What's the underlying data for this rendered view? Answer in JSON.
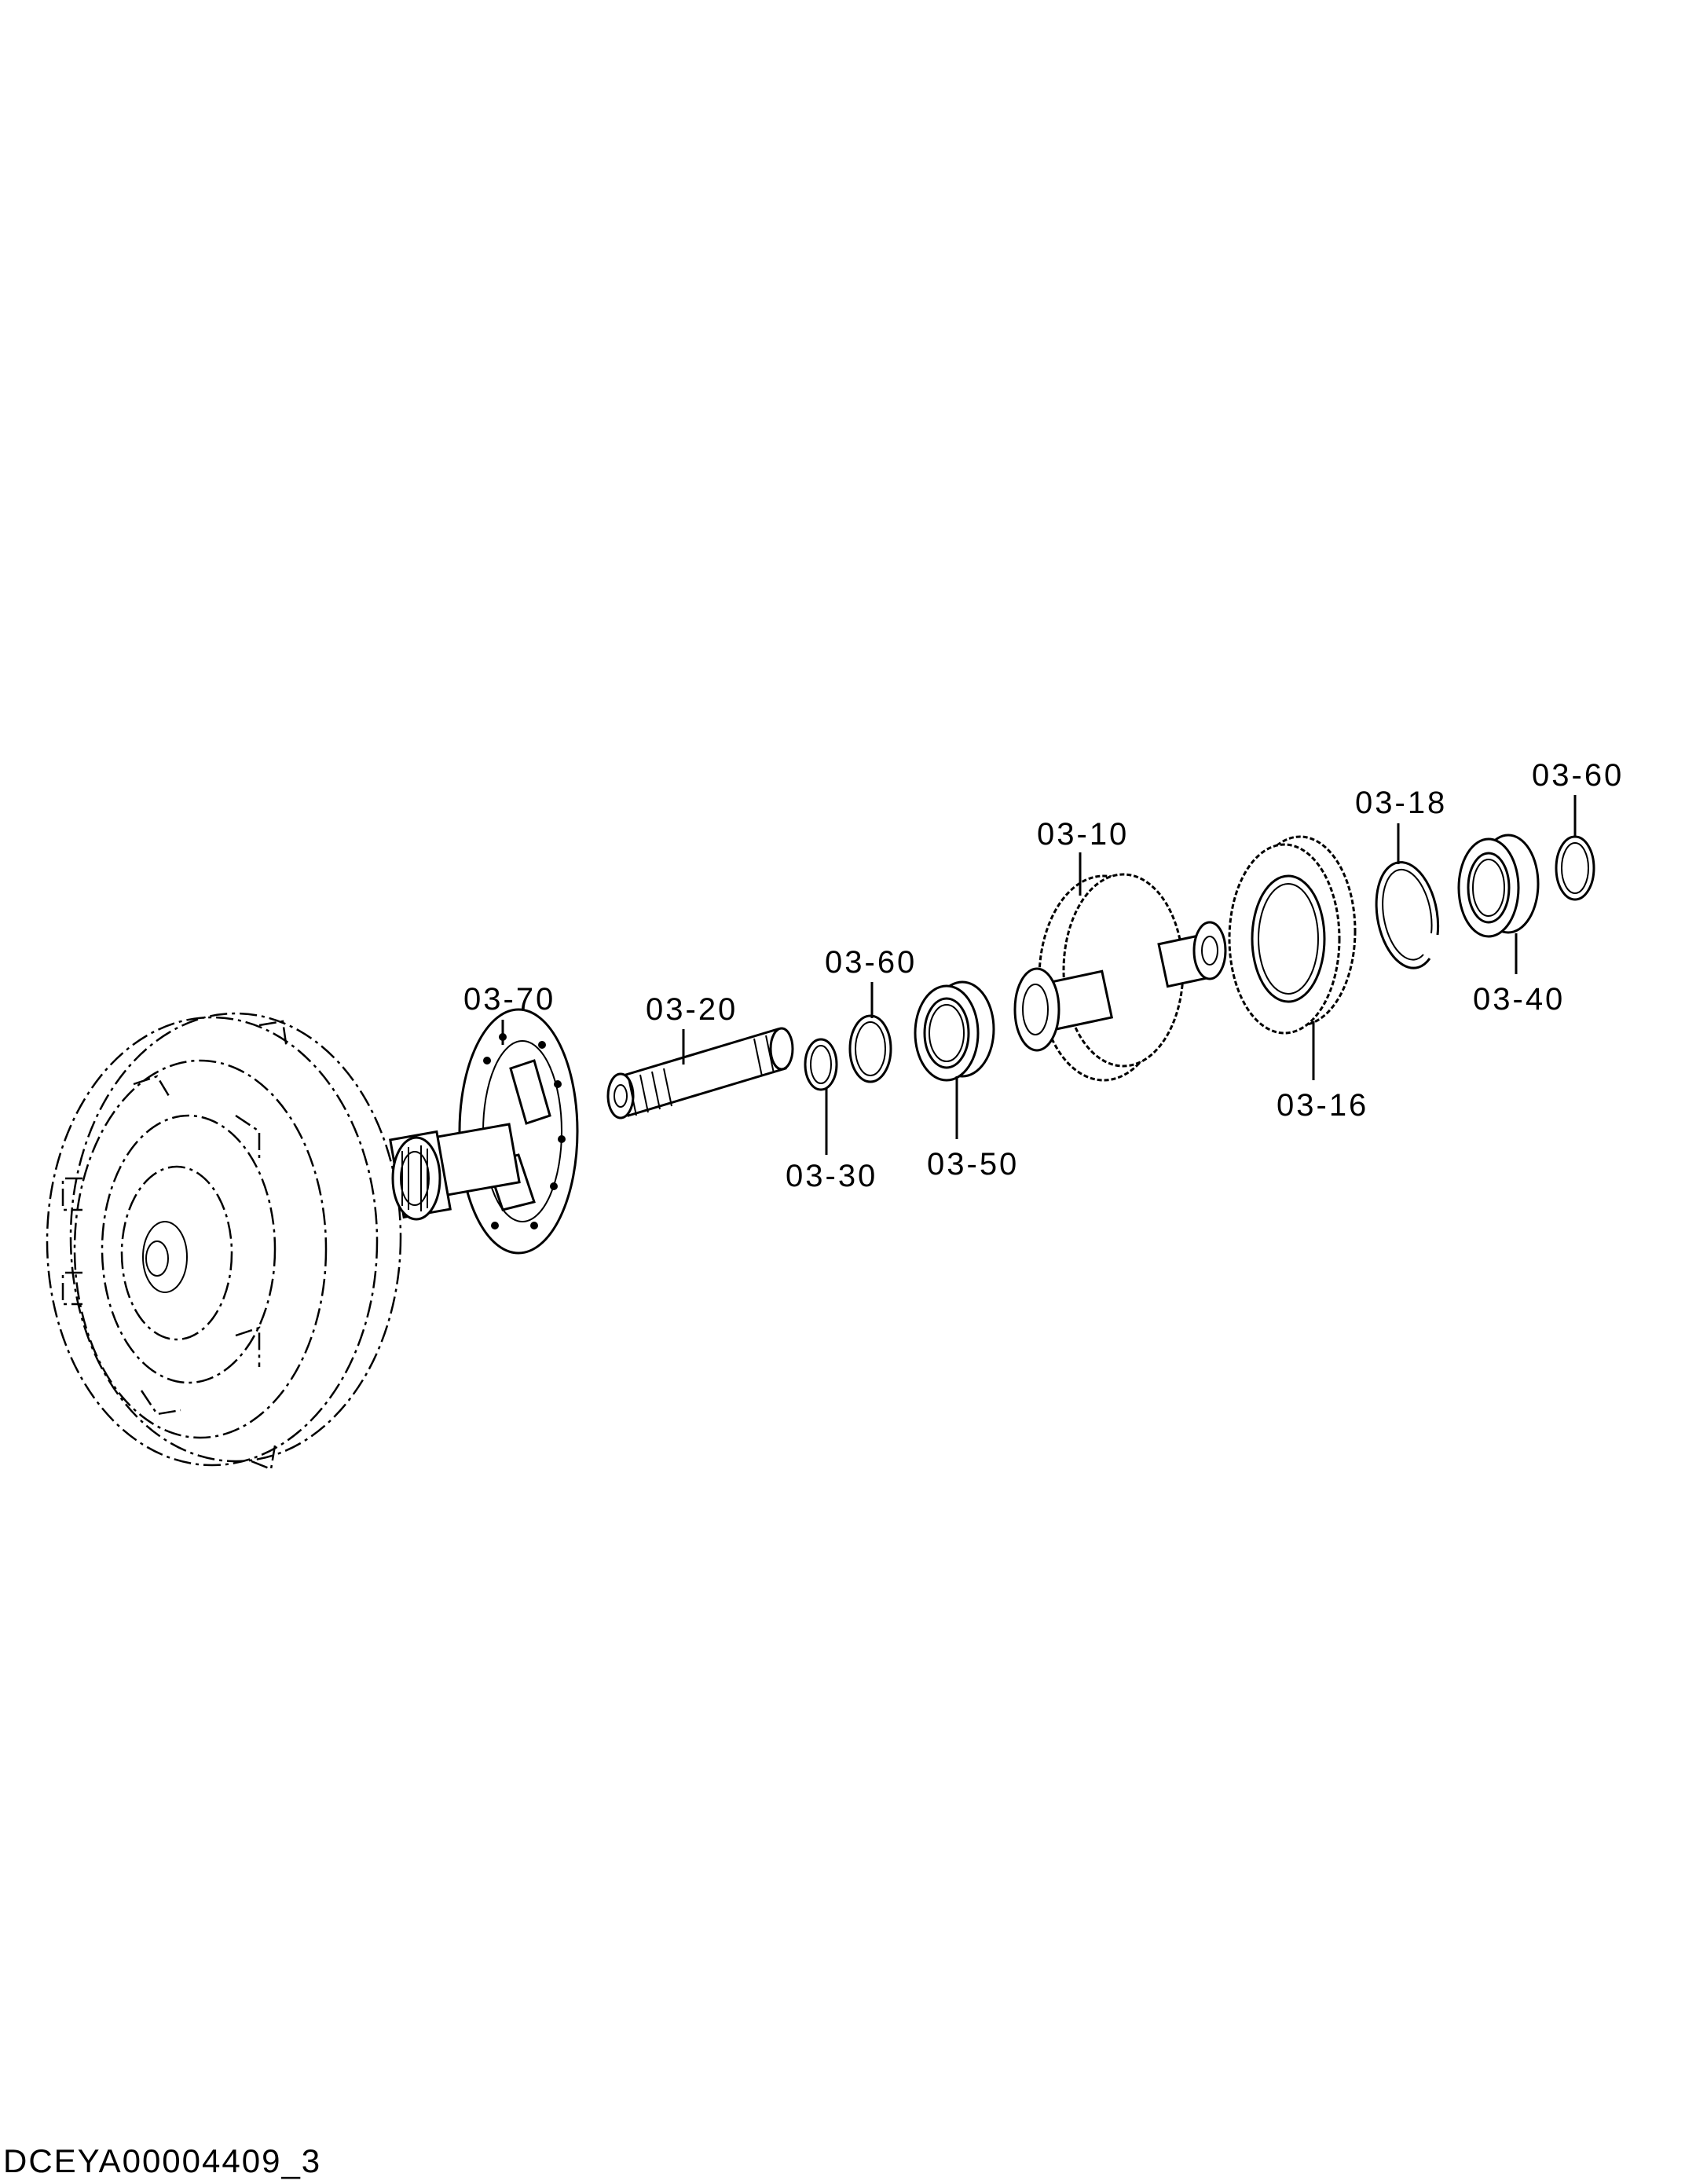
{
  "callouts": [
    {
      "id": "c-0370",
      "label": "03-70"
    },
    {
      "id": "c-0320",
      "label": "03-20"
    },
    {
      "id": "c-0330",
      "label": "03-30"
    },
    {
      "id": "c-0360a",
      "label": "03-60"
    },
    {
      "id": "c-0350",
      "label": "03-50"
    },
    {
      "id": "c-0310",
      "label": "03-10"
    },
    {
      "id": "c-0316",
      "label": "03-16"
    },
    {
      "id": "c-0318",
      "label": "03-18"
    },
    {
      "id": "c-0340",
      "label": "03-40"
    },
    {
      "id": "c-0360b",
      "label": "03-60"
    }
  ],
  "drawing_code": "DCEYA00004409_3"
}
